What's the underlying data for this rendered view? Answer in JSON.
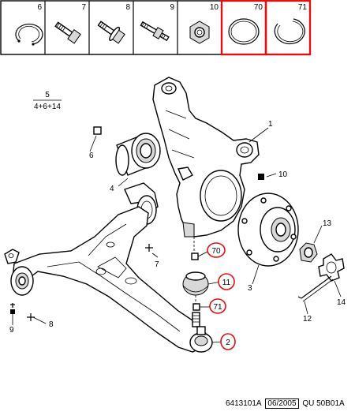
{
  "header_cells": [
    {
      "label": "6",
      "icon": "circlip-ring-icon",
      "highlight": false
    },
    {
      "label": "7",
      "icon": "bolt-icon",
      "highlight": false
    },
    {
      "label": "8",
      "icon": "flange-bolt-icon",
      "highlight": false
    },
    {
      "label": "9",
      "icon": "stud-bolt-icon",
      "highlight": false
    },
    {
      "label": "10",
      "icon": "hex-nut-icon",
      "highlight": false
    },
    {
      "label": "70",
      "icon": "ring-icon",
      "highlight": true
    },
    {
      "label": "71",
      "icon": "split-ring-icon",
      "highlight": true
    }
  ],
  "callouts": {
    "c1": "1",
    "c2": "2",
    "c3": "3",
    "c4": "4",
    "c5": "5",
    "c5_sub": "4+6+14",
    "c6": "6",
    "c7": "7",
    "c8": "8",
    "c9": "9",
    "c10": "10",
    "c11": "11",
    "c12": "12",
    "c13": "13",
    "c14": "14",
    "c70": "70",
    "c71": "71"
  },
  "footer": {
    "ref": "6413101A",
    "date": "06/2005",
    "code": "QU 50B01A"
  },
  "colors": {
    "highlight": "#e01010",
    "line": "#000000",
    "background": "#ffffff"
  }
}
